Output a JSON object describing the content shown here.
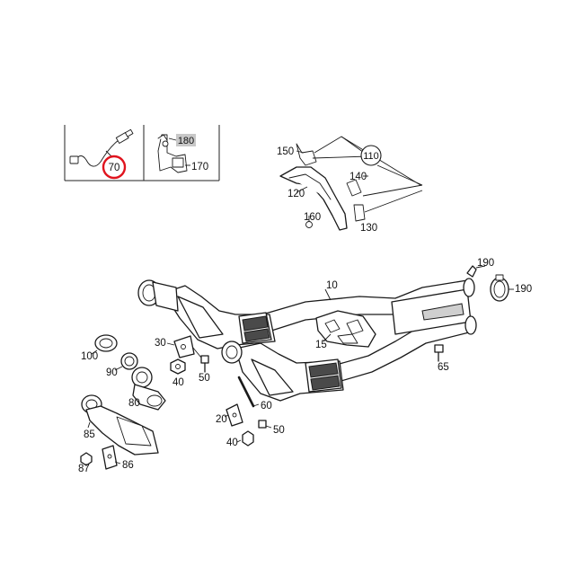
{
  "diagram": {
    "labels": {
      "p70": "70",
      "p180": "180",
      "p170": "170",
      "p150": "150",
      "p110": "110",
      "p140": "140",
      "p120": "120",
      "p160": "160",
      "p130": "130",
      "p10": "10",
      "p190a": "190",
      "p190b": "190",
      "p30": "30",
      "p100": "100",
      "p90": "90",
      "p40a": "40",
      "p50a": "50",
      "p15": "15",
      "p65": "65",
      "p80": "80",
      "p60": "60",
      "p20": "20",
      "p50b": "50",
      "p85": "85",
      "p40b": "40",
      "p87": "87",
      "p86": "86"
    },
    "highlight_color": "#e0141e",
    "label_bg_color": "#c8c8c8"
  }
}
